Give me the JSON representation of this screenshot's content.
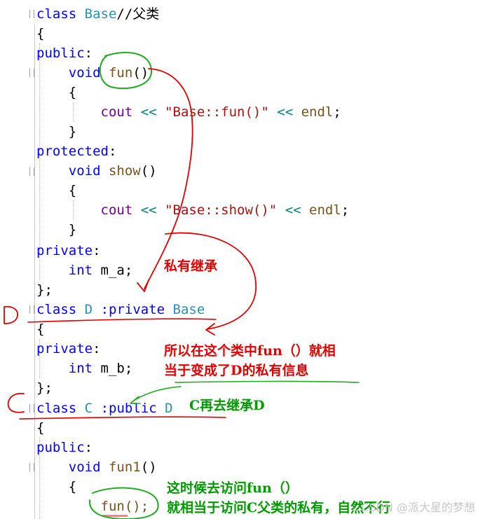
{
  "code": {
    "class_base": {
      "kw": "class",
      "name": "Base",
      "comment": "//父类"
    },
    "brace_open": "{",
    "brace_close": "}",
    "brace_close_semi": "};",
    "public_label": "public",
    "protected_label": "protected",
    "private_label": "private",
    "colon": ":",
    "void_kw": "void",
    "int_kw": "int",
    "fun_name": "fun",
    "show_name": "show",
    "fun1_name": "fun1",
    "parens": "()",
    "cout": "cout",
    "shift_op": "<<",
    "fun_string": "\"Base::fun()\"",
    "show_string": "\"Base::show()\"",
    "endl": "endl",
    "semicolon": ";",
    "member_a": "m_a",
    "member_b": "m_b",
    "class_d": {
      "kw": "class",
      "name": "D",
      "inherit": ":private",
      "base": "Base"
    },
    "class_c": {
      "kw": "class",
      "name": "C",
      "inherit": ":public",
      "base": "D"
    },
    "fun_call": "fun();"
  },
  "annotations": {
    "private_inherit": "私有继承",
    "so_in_this_class_1": "所以在这个类中fun（）就相",
    "so_in_this_class_2": "当于变成了D的私有信息",
    "c_inherits_d": "C再去继承D",
    "access_fun_1": "这时候去访问fun（）",
    "access_fun_2": "就相当于访问C父类的私有，自然不行",
    "margin_d": "D",
    "margin_c": "C"
  },
  "watermark": "CSDN @派大星的梦想",
  "colors": {
    "keyword": "#0000ff",
    "type": "#2b91af",
    "function": "#74531f",
    "string": "#a31515",
    "annotation_red": "#e00000",
    "annotation_green": "#009900"
  }
}
